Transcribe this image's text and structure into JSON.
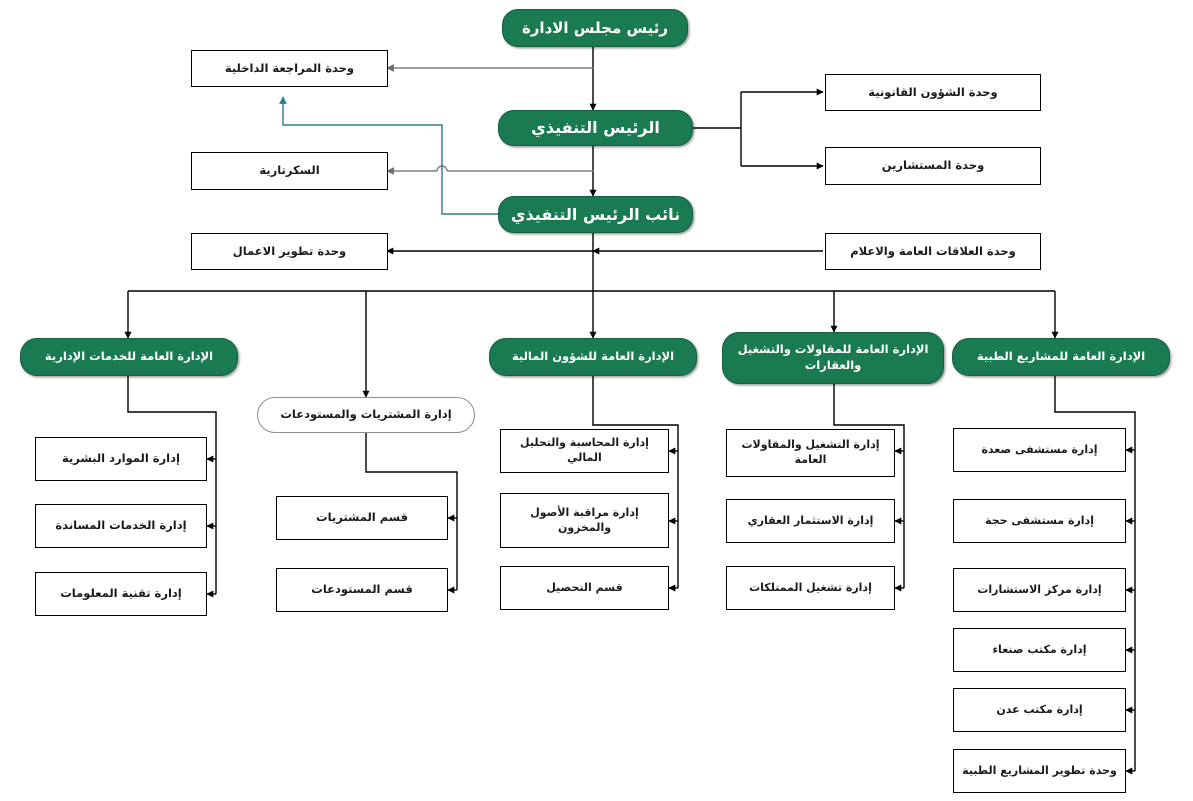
{
  "meta": {
    "title": "الهيكل التنظيمي",
    "colors": {
      "brand_green": "#1a7a52",
      "green_border": "#13603f",
      "connector_black": "#000000",
      "connector_gray": "#808080",
      "connector_teal": "#2e7d8e",
      "box_border": "#000000",
      "roundbox_border": "#8d8d8d",
      "background": "#ffffff",
      "text_dark": "#1a1a1a",
      "text_light": "#ffffff"
    }
  },
  "executive": {
    "chairman": "رئيس مجلس الادارة",
    "ceo": "الرئيس التنفيذي",
    "deputy_ceo": "نائب الرئيس التنفيذي"
  },
  "staff_units": {
    "internal_audit": "وحدة المراجعة الداخلية",
    "secretariat": "السكرتارية",
    "business_development": "وحدة تطوير الاعمال",
    "legal_affairs": "وحدة الشؤون القانونية",
    "advisors": "وحدة المستشارين",
    "public_relations_media": "وحدة العلاقات العامة والاعلام"
  },
  "departments": [
    {
      "id": "admin-services",
      "title": "الإدارة العامة للخدمات الإدارية",
      "children": [
        "إدارة الموارد البشرية",
        "إدارة الخدمات المساندة",
        "إدارة تقنية المعلومات"
      ]
    },
    {
      "id": "finance",
      "title": "الإدارة العامة للشؤون المالية",
      "children": [
        "إدارة المحاسبة والتحليل المالي",
        "إدارة مراقبة الأصول والمخزون",
        "قسم التحصيل"
      ]
    },
    {
      "id": "contracting",
      "title": "الإدارة العامة  للمقاولات والتشغيل والعقارات",
      "children": [
        "إدارة التشغيل والمقاولات العامة",
        "إدارة الاستثمار العقاري",
        "إدارة تشغيل الممتلكات"
      ]
    },
    {
      "id": "medical-projects",
      "title": "الإدارة العامة للمشاريع الطبية",
      "children": [
        "إدارة مستشفى صعدة",
        "إدارة مستشفى حجة",
        "إدارة مركز الاستشارات",
        "إدارة مكتب صنعاء",
        "إدارة مكتب عدن",
        "وحدة تطوير المشاريع الطبية"
      ]
    }
  ],
  "procurement": {
    "title": "إدارة المشتريات والمستودعات",
    "children": [
      "قسم المشتريات",
      "قسم المستودعات"
    ]
  }
}
